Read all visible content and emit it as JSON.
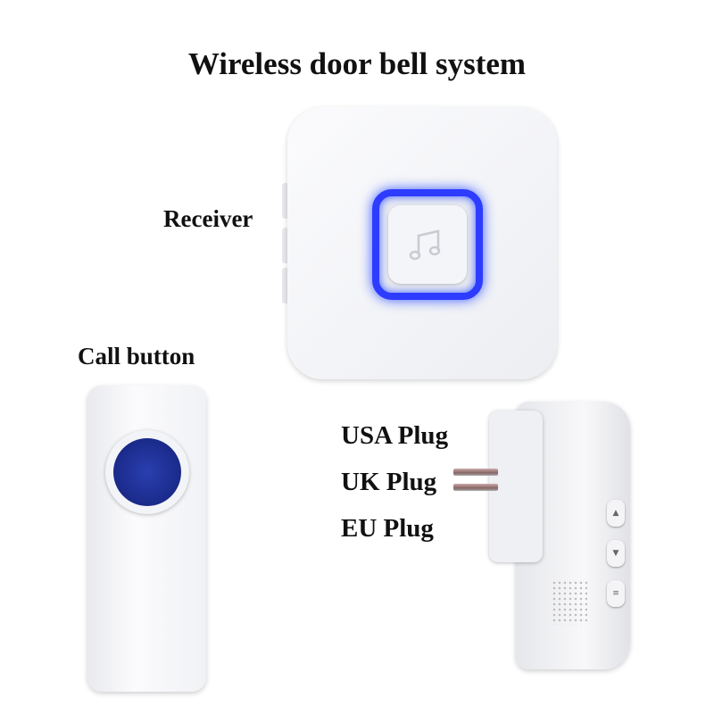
{
  "title": "Wireless door bell system",
  "labels": {
    "receiver": "Receiver",
    "call_button": "Call button",
    "plugs": [
      "USA Plug",
      "UK Plug",
      "EU Plug"
    ]
  },
  "icons": {
    "receiver_center": "music-note-icon"
  },
  "colors": {
    "led_ring": "#2d3cff",
    "button_blue": "#1a2a8a",
    "device_body": "#f4f5f8"
  }
}
